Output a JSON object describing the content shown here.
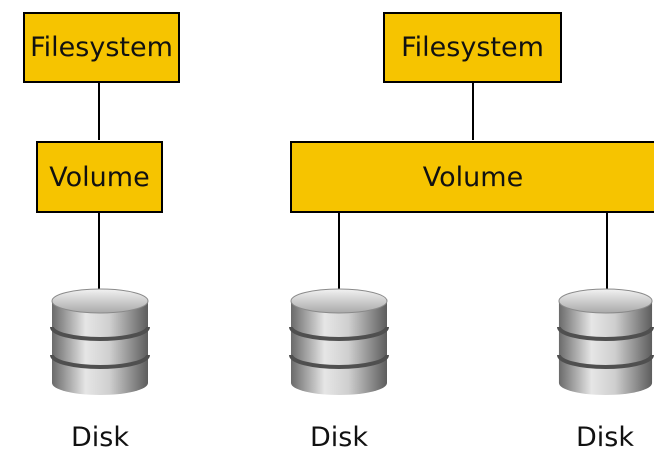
{
  "colors": {
    "box_fill": "#f6c400",
    "box_border": "#000000",
    "connector": "#000000",
    "disk_light": "#e8e8e8",
    "disk_dark": "#6f6f6f"
  },
  "left_stack": {
    "filesystem_label": "Filesystem",
    "volume_label": "Volume",
    "disk_label": "Disk",
    "disk_icon": "database-icon"
  },
  "right_stack": {
    "filesystem_label": "Filesystem",
    "volume_label": "Volume",
    "disk1_label": "Disk",
    "disk2_label": "Disk",
    "disk_icon": "database-icon"
  }
}
